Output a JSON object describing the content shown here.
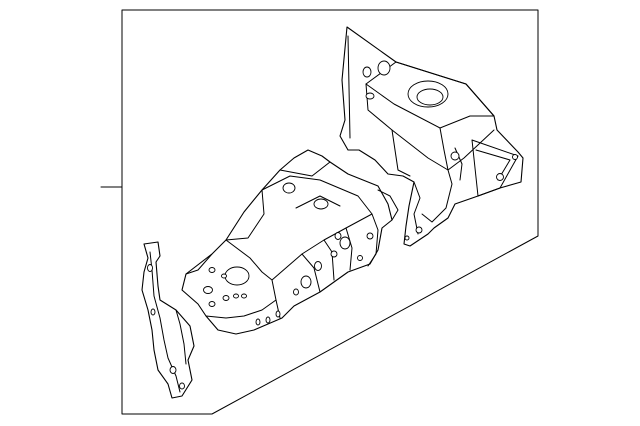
{
  "diagram": {
    "kind": "parts-illustration",
    "line_color": "#000000",
    "background": "#ffffff",
    "parts": [
      {
        "name": "rear-apron-panel-upper",
        "shown": true
      },
      {
        "name": "front-floor-rail-assembly",
        "shown": true
      },
      {
        "name": "reinforcement-bracket",
        "shown": true
      }
    ],
    "callout": {
      "has_leader_line": true,
      "label": ""
    }
  }
}
